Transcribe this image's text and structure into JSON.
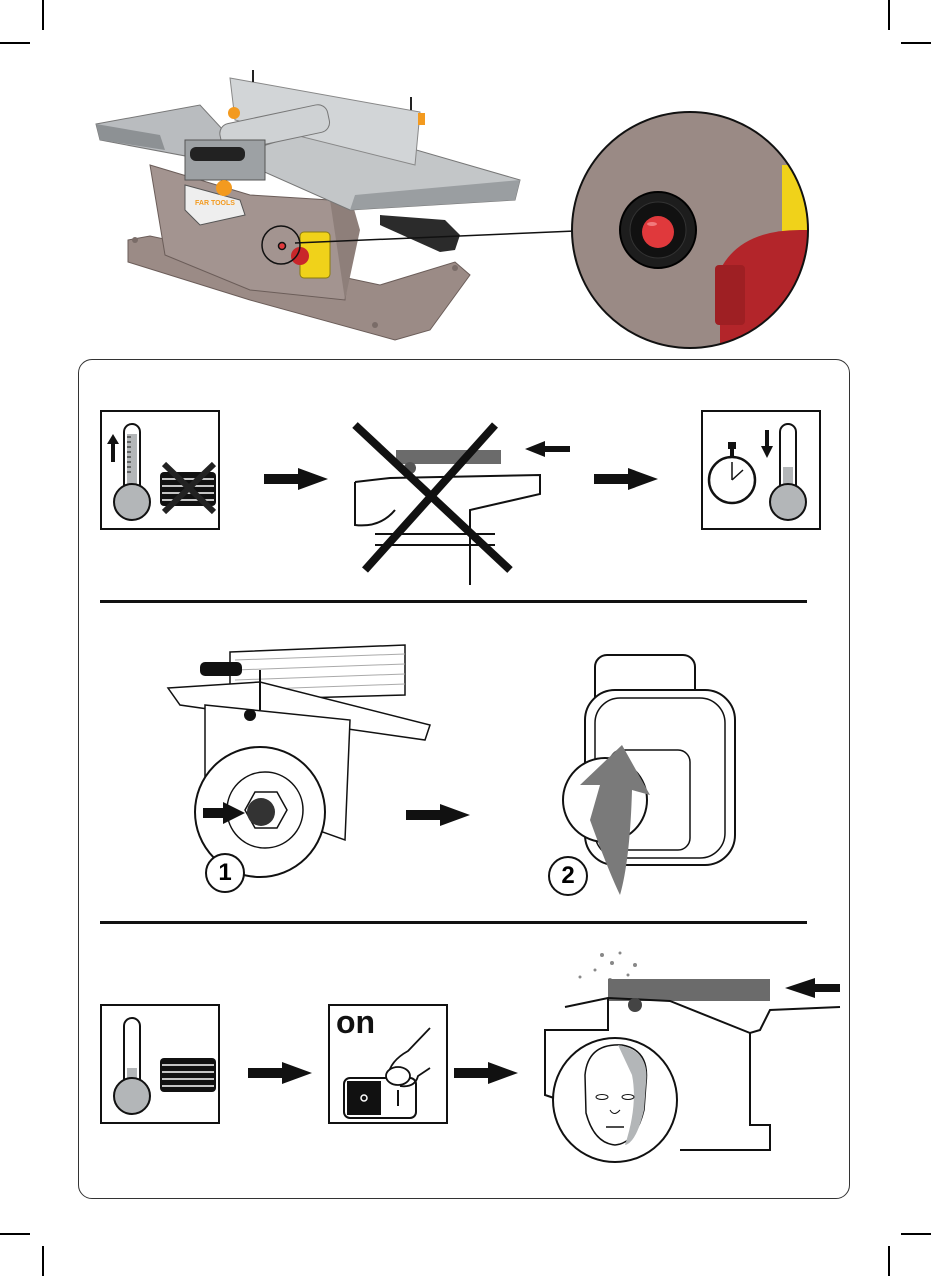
{
  "page": {
    "type": "instruction-manual-page",
    "subject": "thermal overload reset procedure for planer-thicknesser"
  },
  "hero": {
    "product": "planer-thicknesser",
    "brand_logo_text": [
      "FAR",
      "TOOLS"
    ],
    "callout": "thermal-reset-button-closeup"
  },
  "steps": {
    "row1": [
      {
        "id": "motor-overheated",
        "description": "temperature rising, motor stopped"
      },
      {
        "id": "do-not-feed",
        "description": "do not feed workpiece (crossed out)"
      },
      {
        "id": "wait-cool-down",
        "description": "wait, temperature drops"
      }
    ],
    "row2": [
      {
        "id": "press-reset",
        "number": "1",
        "description": "press thermal reset button"
      },
      {
        "id": "restart-switch",
        "number": "2",
        "description": "lift switch cover / restart"
      }
    ],
    "row3": [
      {
        "id": "motor-cool",
        "description": "temperature normal, motor ok"
      },
      {
        "id": "switch-on",
        "label": "on",
        "switch_off": "O",
        "switch_on": "I"
      },
      {
        "id": "resume-work",
        "description": "resume planing"
      }
    ]
  },
  "colors": {
    "machine_body": "#9b8b86",
    "table_metal": "#b9bcbf",
    "knob_orange": "#f39a1f",
    "switch_yellow": "#f0d21a",
    "stop_red": "#c9262a",
    "reset_red": "#e0393c",
    "fill_grey": "#b3b6b8",
    "workpiece_grey": "#6b6b6b"
  }
}
